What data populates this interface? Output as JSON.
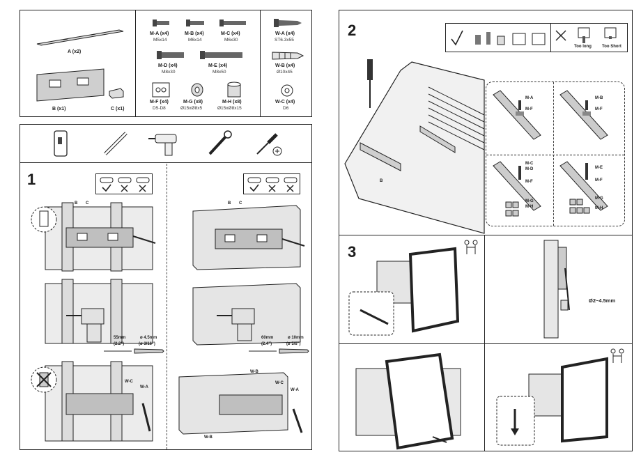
{
  "parts": {
    "A": {
      "label": "A (x2)"
    },
    "B": {
      "label": "B (x1)"
    },
    "C": {
      "label": "C (x1)"
    }
  },
  "hardware": [
    {
      "code": "M-A (x4)",
      "size": "M5x14"
    },
    {
      "code": "M-B (x4)",
      "size": "M6x14"
    },
    {
      "code": "M-C (x4)",
      "size": "M6x30"
    },
    {
      "code": "M-D (x4)",
      "size": "M8x30"
    },
    {
      "code": "M-E (x4)",
      "size": "M8x50"
    },
    {
      "code": "M-F (x4)",
      "size": "D5-D8"
    },
    {
      "code": "M-G (x8)",
      "size": "Ø15xØ8x5"
    },
    {
      "code": "M-H (x8)",
      "size": "Ø15xØ8x15"
    },
    {
      "code": "W-A (x4)",
      "size": "ST6.3x55"
    },
    {
      "code": "W-B (x4)",
      "size": "Ø10x45"
    },
    {
      "code": "W-C (x4)",
      "size": "D6"
    }
  ],
  "step1": {
    "number": "1",
    "labels": {
      "b": "B",
      "c": "C",
      "wa": "W-A",
      "wb": "W-B",
      "wc": "W-C"
    },
    "left_drill": {
      "distance": "55mm",
      "distance_in": "(2.2\")",
      "bit": "ø 4.5mm",
      "bit_in": "(ø 3/16\")"
    },
    "right_drill": {
      "distance": "60mm",
      "distance_in": "(2.4\")",
      "bit": "ø 10mm",
      "bit_in": "(ø 5/8\")"
    }
  },
  "step2": {
    "number": "2",
    "b_label": "B",
    "too_long": "Too long",
    "too_short": "Too Short",
    "detail_labels": [
      [
        "M-A",
        "M-F"
      ],
      [
        "M-B",
        "M-F"
      ],
      [
        "M-C",
        "M-D",
        "M-F",
        "M-G",
        "M-H"
      ],
      [
        "M-E",
        "M-F",
        "M-G",
        "M-H"
      ]
    ]
  },
  "step3": {
    "number": "3",
    "diameter": "Ø2~4.5mm"
  }
}
